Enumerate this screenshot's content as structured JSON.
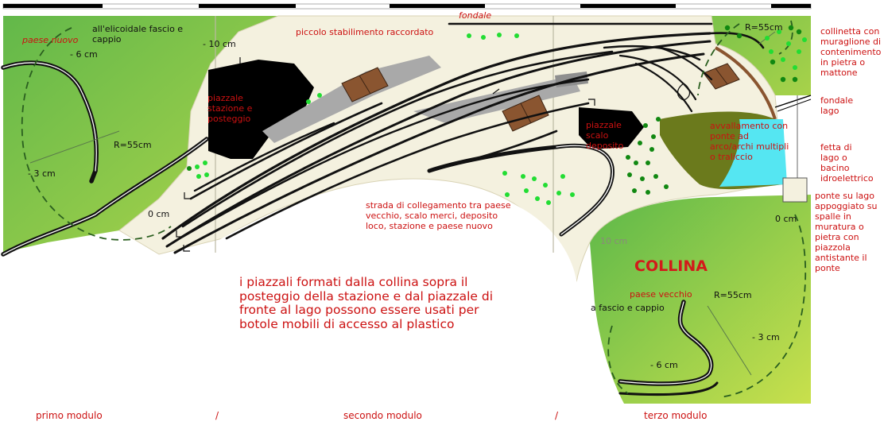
{
  "colors": {
    "hill_green": "#8dc63f",
    "plateau": "#f4f1df",
    "track": "#111111",
    "lake": "#55e6f2",
    "lake_shore": "#6b7a1c",
    "building": "#8a5530",
    "platform": "#a9a9a9",
    "tree_light": "#22dd33",
    "tree_dark": "#118811",
    "label_red": "#cc1111"
  },
  "labels": {
    "fondale_top": "fondale",
    "stabilimento": "piccolo stabilimento raccordato",
    "paese_nuovo": "paese nuovo",
    "elicoidale": "all'elicoidale fascio e\ncappio",
    "minus6_left": "- 6 cm",
    "minus10_top": "- 10 cm",
    "r55_left": "R=55cm",
    "minus3_left": "- 3 cm",
    "zero_left": "0 cm",
    "piazzale_stazione": "piazzale\nstazione e\nposteggio",
    "piazzale_scalo": "piazzale\nscalo\ndeposito",
    "strada": "strada di collegamento tra paese\nvecchio, scalo merci, deposito\nloco, stazione e paese nuovo",
    "r55_top": "R=55cm",
    "collinetta": "collinetta con\nmuraglione di\ncontenimento\nin pietra o\nmattone",
    "fondale_lago": "fondale\nlago",
    "avvallamento": "avvallamento con\nponte ad\narco/archi multipli\no traliccio",
    "fetta_lago": "fetta di\nlago o\nbacino\nidroelettrico",
    "ponte_lago": "ponte su lago\nappoggiato su\nspalle in\nmuratura o\npietra con\npiazzola\nantistante il\nponte",
    "zero_right": "0 cm",
    "ten_cm": "10 cm",
    "collina": "COLLINA",
    "paese_vecchio": "paese vecchio",
    "fascio_cappio": "a fascio e cappio",
    "r55_right": "R=55cm",
    "minus3_right": "- 3 cm",
    "minus6_right": "- 6 cm",
    "main_note": "i piazzali formati dalla collina sopra il\nposteggio della stazione e dal piazzale di\nfronte al lago possono essere usati per\nbotole mobili di accesso al plastico"
  },
  "footer": {
    "modulo1": "primo modulo",
    "sep1": "/",
    "modulo2": "secondo modulo",
    "sep2": "/",
    "modulo3": "terzo modulo"
  }
}
